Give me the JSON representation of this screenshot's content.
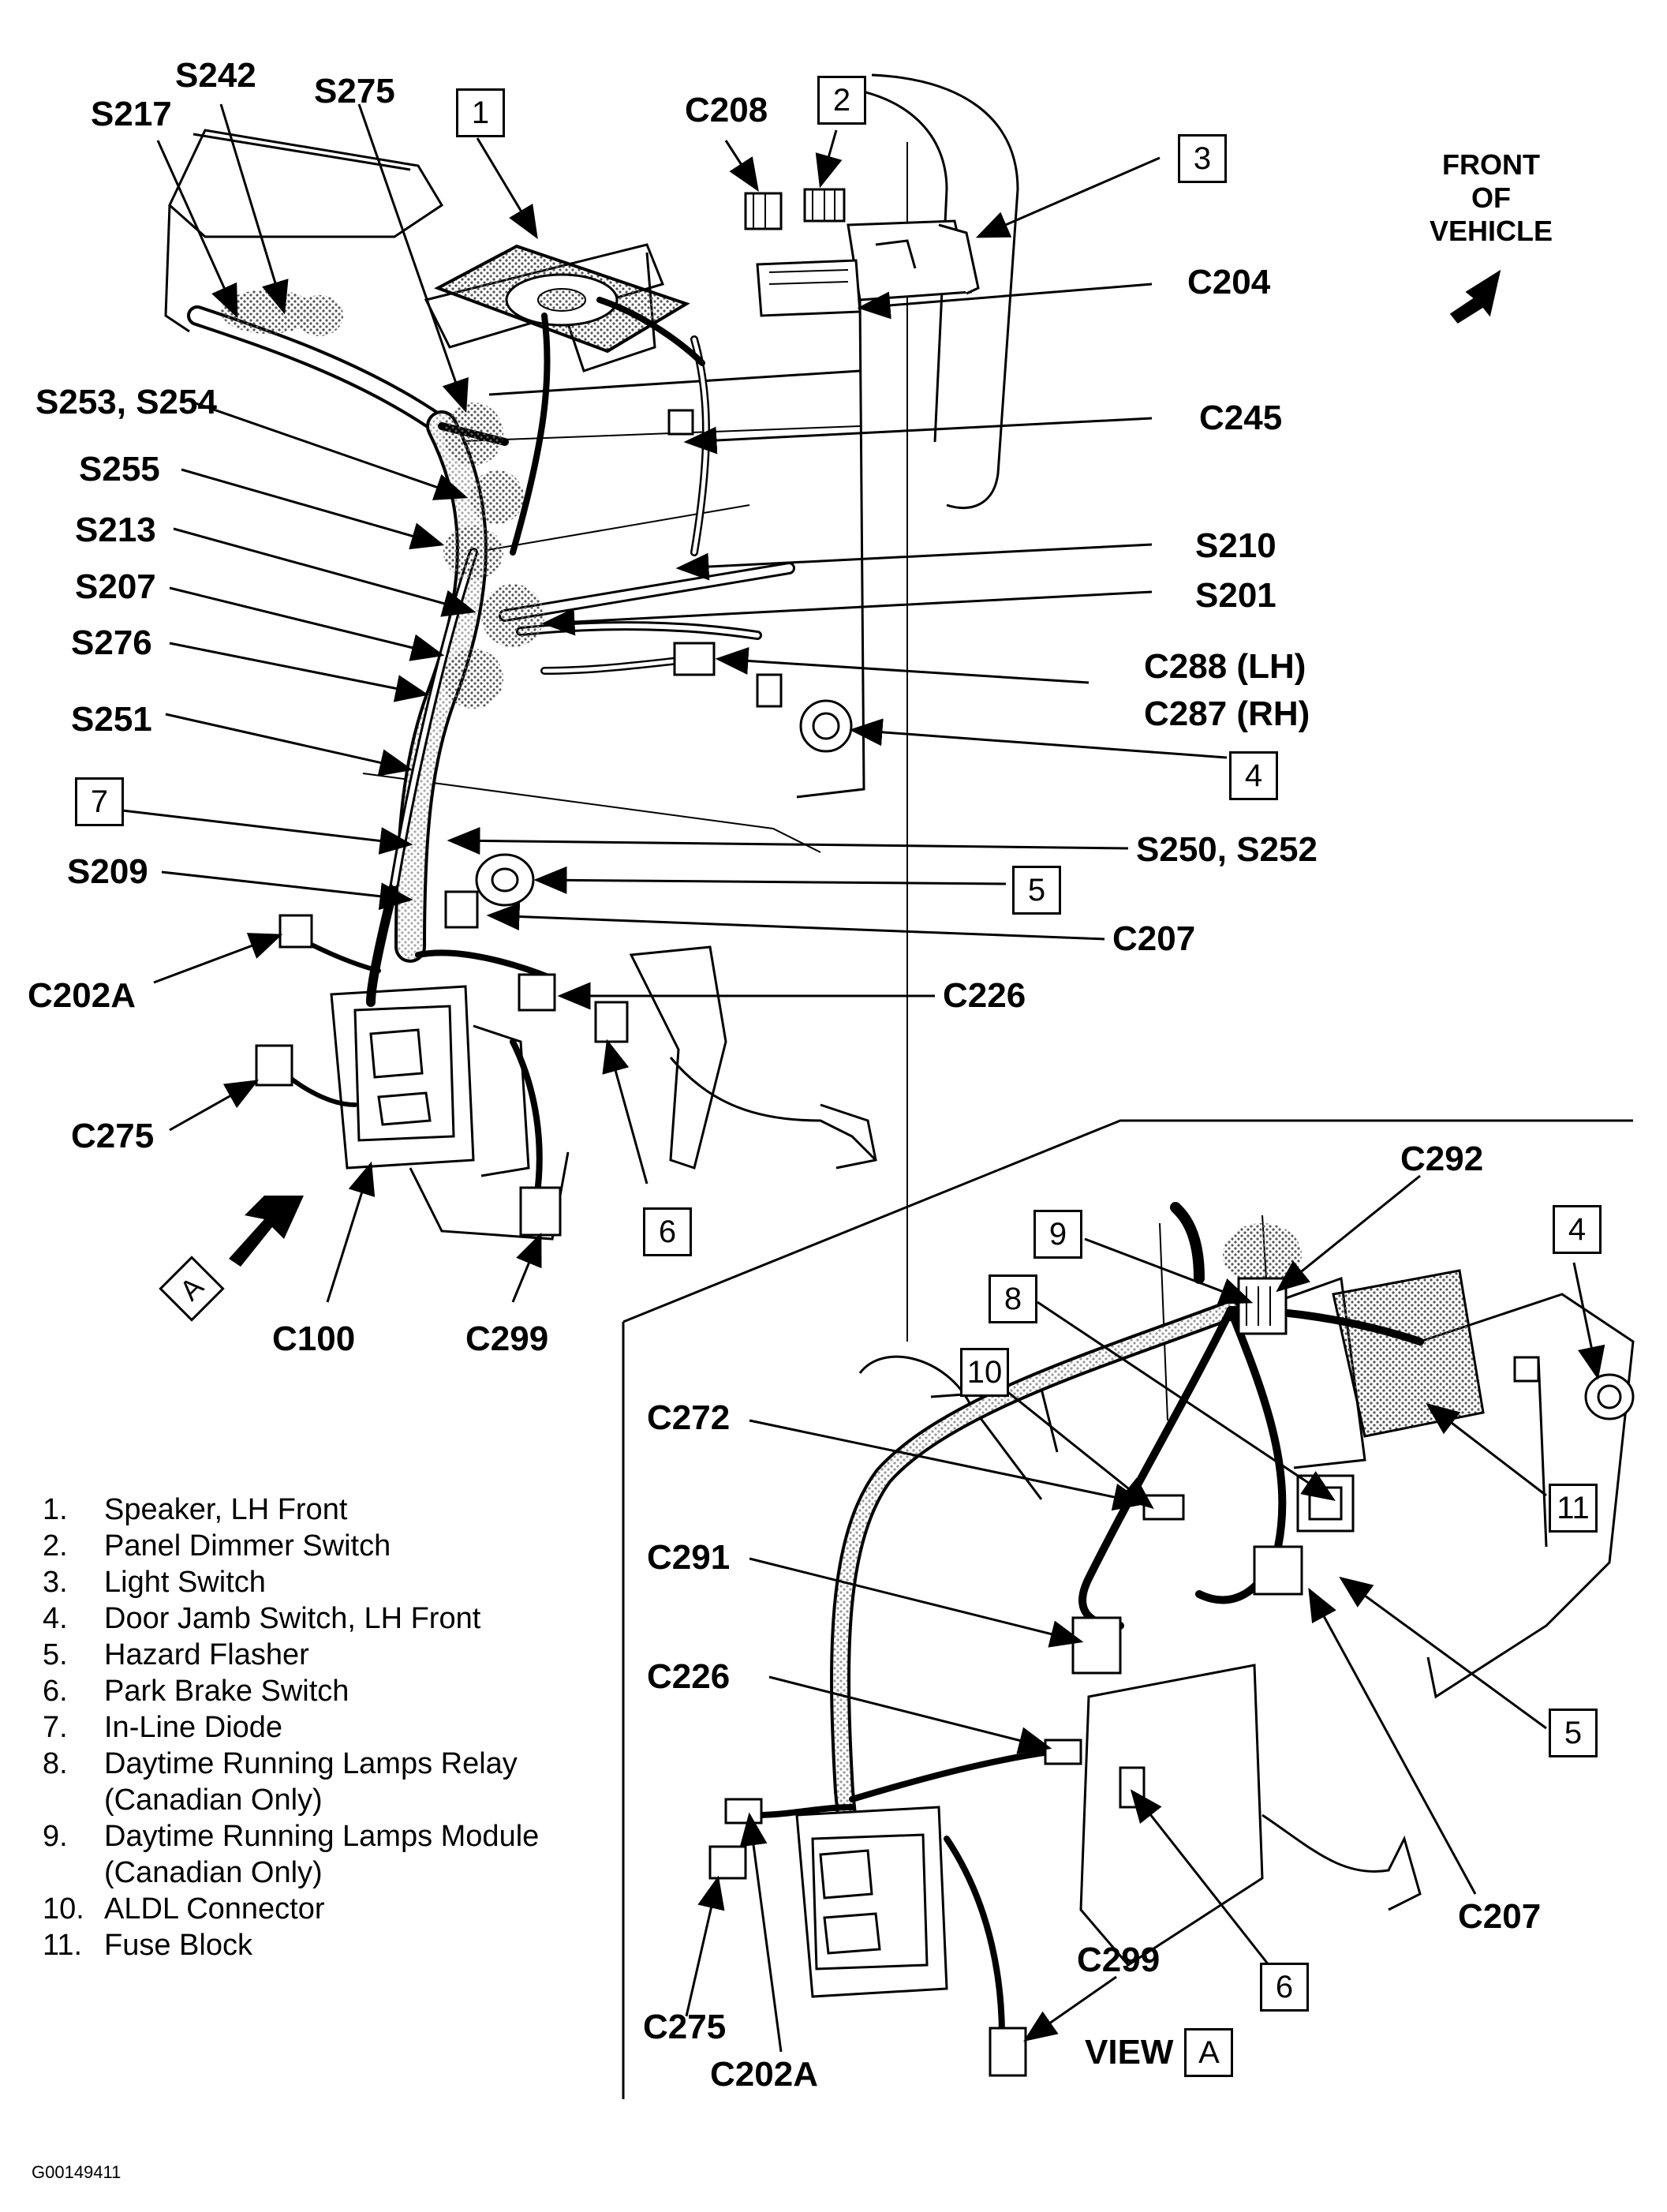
{
  "diagram": {
    "front_label": "FRONT\nOF\nVEHICLE",
    "view_label": "VIEW",
    "view_letter": "A",
    "arrow_letter": "A",
    "figure_code": "G00149411",
    "callouts": {
      "s217": "S217",
      "s242": "S242",
      "s275": "S275",
      "c208": "C208",
      "c204": "C204",
      "s253": "S253, S254",
      "s255": "S255",
      "s213": "S213",
      "s207": "S207",
      "s276": "S276",
      "s251": "S251",
      "s209": "S209",
      "c202a": "C202A",
      "c275": "C275",
      "c100": "C100",
      "c299": "C299",
      "c245": "C245",
      "s210": "S210",
      "s201": "S201",
      "c288": "C288 (LH)",
      "c287": "C287 (RH)",
      "s250": "S250, S252",
      "c207": "C207",
      "c226": "C226",
      "c292": "C292",
      "c272": "C272",
      "c291": "C291",
      "c226b": "C226",
      "c207b": "C207",
      "c299b": "C299",
      "c275b": "C275",
      "c202ab": "C202A"
    },
    "boxes": {
      "b1": "1",
      "b2": "2",
      "b3": "3",
      "b4": "4",
      "b5": "5",
      "b6": "6",
      "b7": "7",
      "b9": "9",
      "b8": "8",
      "b10": "10",
      "b4b": "4",
      "b11": "11",
      "b5b": "5",
      "b6b": "6"
    },
    "legend": [
      {
        "num": "1.",
        "text": "Speaker, LH Front"
      },
      {
        "num": "2.",
        "text": "Panel Dimmer Switch"
      },
      {
        "num": "3.",
        "text": "Light Switch"
      },
      {
        "num": "4.",
        "text": "Door Jamb Switch, LH Front"
      },
      {
        "num": "5.",
        "text": "Hazard Flasher"
      },
      {
        "num": "6.",
        "text": "Park Brake Switch"
      },
      {
        "num": "7.",
        "text": "In-Line Diode"
      },
      {
        "num": "8.",
        "text": "Daytime Running Lamps Relay\n(Canadian Only)"
      },
      {
        "num": "9.",
        "text": "Daytime Running Lamps Module\n(Canadian Only)"
      },
      {
        "num": "10.",
        "text": "ALDL Connector"
      },
      {
        "num": "11.",
        "text": "Fuse Block"
      }
    ]
  }
}
